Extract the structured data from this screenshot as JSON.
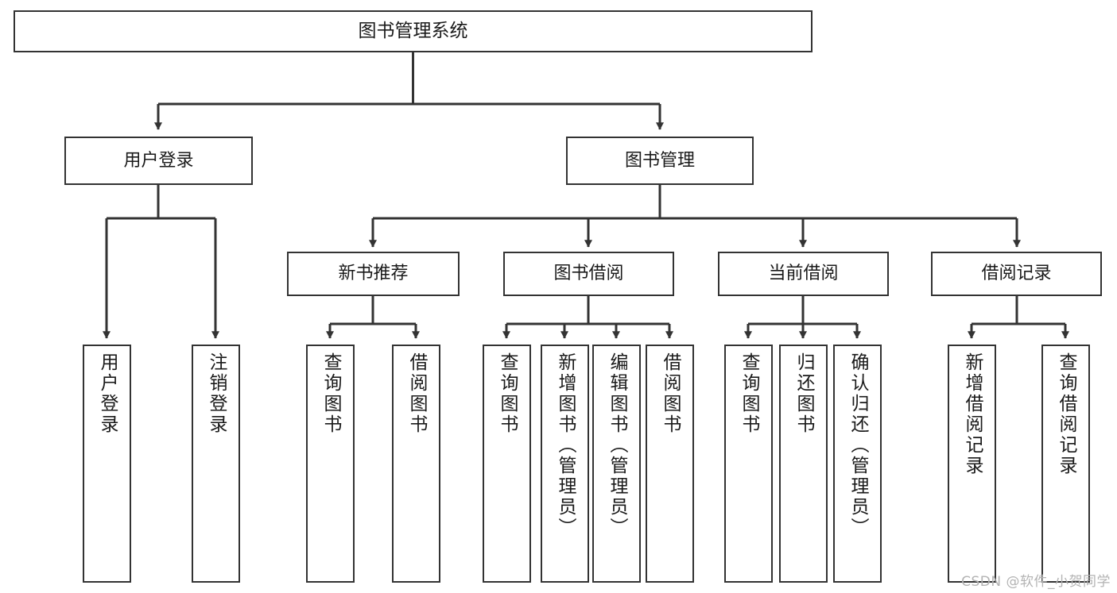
{
  "diagram": {
    "title": "图书管理系统",
    "type": "tree-hierarchy-chart",
    "watermark": "CSDN @软件_小贺同学",
    "colors": {
      "box_border": "#333333",
      "box_fill": "#ffffff",
      "edge": "#333333",
      "text": "#1a1a1a",
      "watermark": "#b3b3b3"
    },
    "nodes": {
      "root": {
        "label": "图书管理系统"
      },
      "level2": [
        {
          "id": "user-login",
          "label": "用户登录"
        },
        {
          "id": "book-manage",
          "label": "图书管理"
        }
      ],
      "level3": [
        {
          "id": "new-book-recommend",
          "label": "新书推荐"
        },
        {
          "id": "book-borrow",
          "label": "图书借阅"
        },
        {
          "id": "current-borrow",
          "label": "当前借阅"
        },
        {
          "id": "borrow-record",
          "label": "借阅记录"
        }
      ],
      "leaves": {
        "user-login": [
          {
            "id": "leaf-user-login",
            "label": "用户登录"
          },
          {
            "id": "leaf-logout-login",
            "label": "注销登录"
          }
        ],
        "new-book-recommend": [
          {
            "id": "leaf-query-book-1",
            "label": "查询图书"
          },
          {
            "id": "leaf-borrow-book-1",
            "label": "借阅图书"
          }
        ],
        "book-borrow": [
          {
            "id": "leaf-query-book-2",
            "label": "查询图书"
          },
          {
            "id": "leaf-add-book-admin",
            "label": "新增图书（管理员）"
          },
          {
            "id": "leaf-edit-book-admin",
            "label": "编辑图书（管理员）"
          },
          {
            "id": "leaf-borrow-book-2",
            "label": "借阅图书"
          }
        ],
        "current-borrow": [
          {
            "id": "leaf-query-book-3",
            "label": "查询图书"
          },
          {
            "id": "leaf-return-book",
            "label": "归还图书"
          },
          {
            "id": "leaf-confirm-return-admin",
            "label": "确认归还（管理员）"
          }
        ],
        "borrow-record": [
          {
            "id": "leaf-add-borrow-record",
            "label": "新增借阅记录"
          },
          {
            "id": "leaf-query-borrow-record",
            "label": "查询借阅记录"
          }
        ]
      }
    }
  }
}
